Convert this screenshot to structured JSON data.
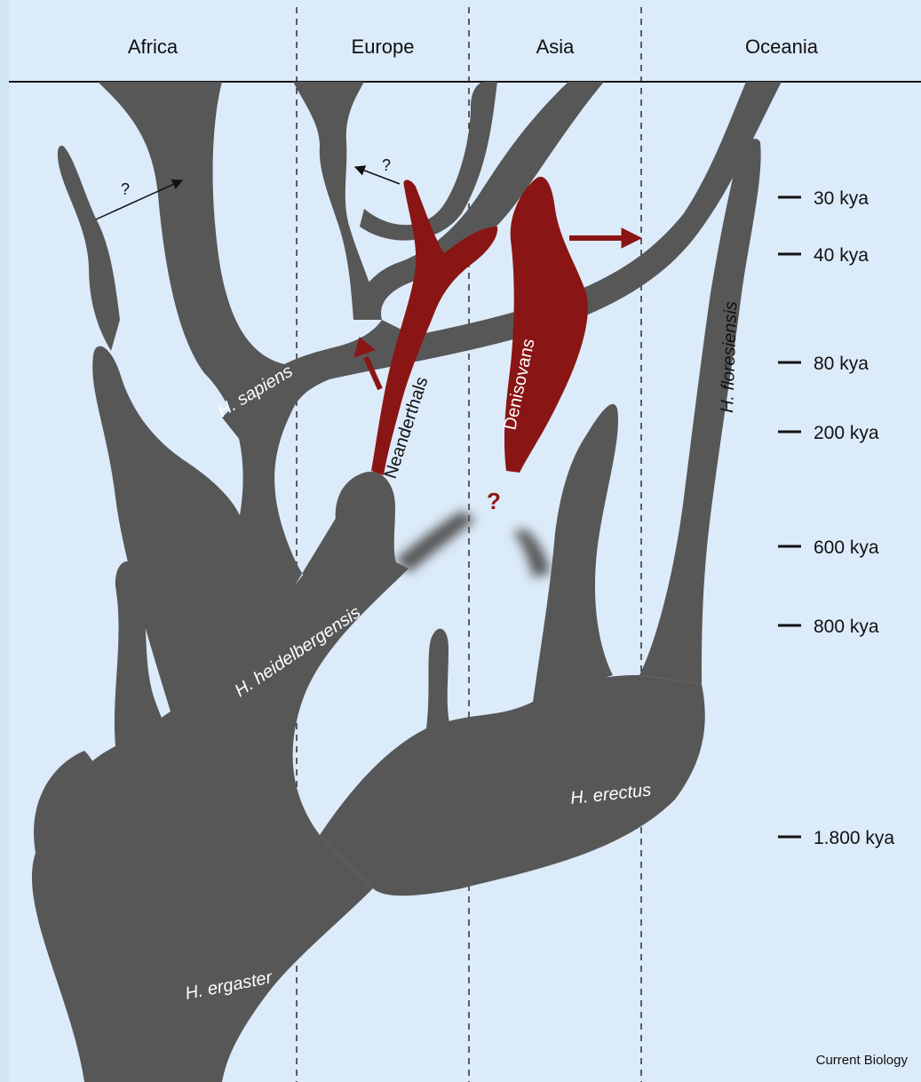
{
  "regions": [
    "Africa",
    "Europe",
    "Asia",
    "Oceania"
  ],
  "time_scale": [
    "30 kya",
    "40 kya",
    "80 kya",
    "200 kya",
    "600 kya",
    "800 kya",
    "1.800 kya"
  ],
  "lineages": {
    "sapiens": "H. sapiens",
    "neanderthals": "Neanderthals",
    "denisovans": "Denisovans",
    "floresiensis": "H. floresiensis",
    "heidelbergensis": "H. heidelbergensis",
    "erectus": "H. erectus",
    "ergaster": "H. ergaster"
  },
  "uncertain_marks": {
    "africa": "?",
    "europe": "?",
    "origin": "?"
  },
  "credit": "Current Biology",
  "colors": {
    "background": "#dcebf9",
    "trunk": "#575757",
    "archaic": "#8a1515",
    "text_on_trunk": "#ffffff",
    "text": "#111111"
  }
}
